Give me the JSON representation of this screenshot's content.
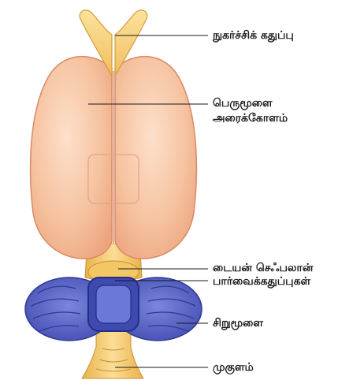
{
  "labels": {
    "olfactory_bulbs": "நுகர்ச்சிக் கதுப்பு",
    "cerebrum_line1": "பெருமூளை",
    "cerebrum_line2": "அரைக்கோளம்",
    "diencephalon": "டையன் செஃபலான்",
    "optic_lobes": "பார்வைக்கதுப்புகள்",
    "cerebellum": "சிறுமூளை",
    "medulla": "முகுளம்"
  },
  "colors": {
    "cerebrum_fill": "#f6bf98",
    "cerebrum_outline": "#d98b66",
    "olfactory_fill": "#f7d07a",
    "brainstem_fill": "#f0c25e",
    "cerebellum_fill": "#5b68c8",
    "cerebellum_dark": "#2e3994",
    "leader_line": "#1a1a1a"
  }
}
